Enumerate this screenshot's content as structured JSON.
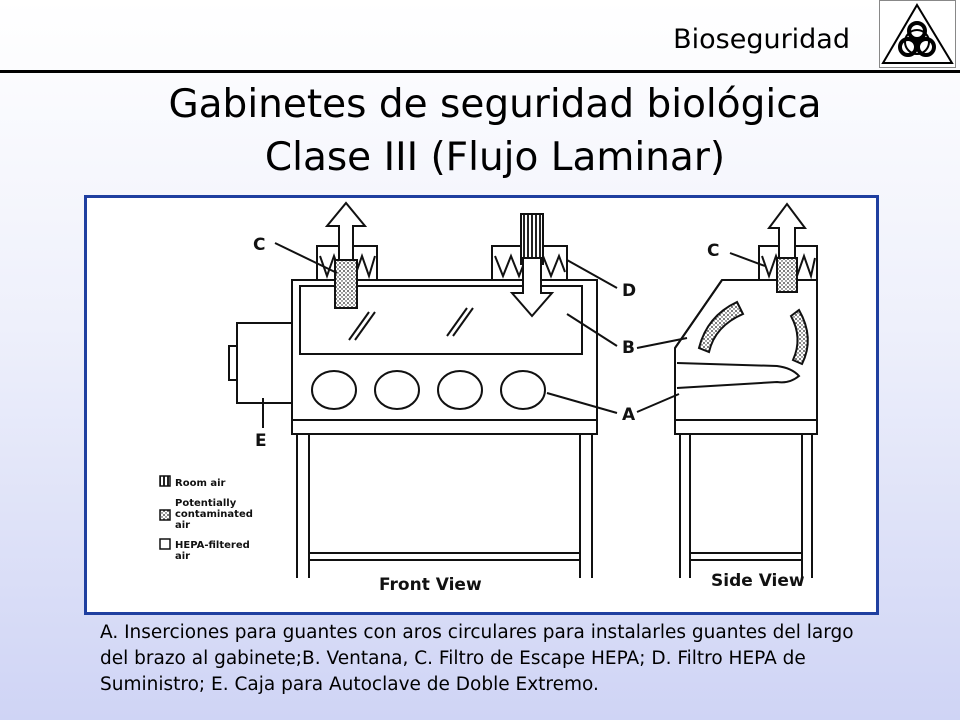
{
  "header": {
    "section_label": "Bioseguridad",
    "logo_icon": "biohazard-icon"
  },
  "title": {
    "line1": "Gabinetes de seguridad biológica",
    "line2": "Clase III (Flujo Laminar)"
  },
  "diagram": {
    "labels": {
      "A": "A",
      "B": "B",
      "C": "C",
      "D": "D",
      "E": "E"
    },
    "front_view": "Front View",
    "side_view": "Side View",
    "legend": [
      {
        "line1": "Room air",
        "line2": ""
      },
      {
        "line1": "Potentially",
        "line2": "contaminated",
        "line3": "air"
      },
      {
        "line1": "HEPA-filtered",
        "line2": "air"
      }
    ],
    "colors": {
      "frame": "#1f3fa0",
      "ink": "#111111"
    }
  },
  "caption": "A. Inserciones para guantes con aros circulares para instalarles guantes del largo del brazo al gabinete;B. Ventana, C. Filtro de Escape HEPA; D. Filtro HEPA de Suministro; E. Caja para Autoclave de Doble Extremo."
}
